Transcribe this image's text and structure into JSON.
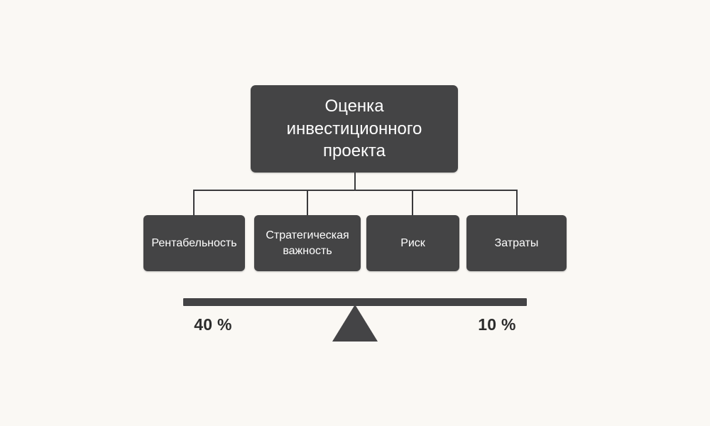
{
  "diagram": {
    "title": "Оценка инвестиционного проекта",
    "background_color": "#faf8f4",
    "node_color": "#444445",
    "node_text_color": "#ffffff",
    "connector_color": "#3a3a3c",
    "accent_color": "#2c2c2c",
    "root": {
      "label": "Оценка инвестиционного проекта"
    },
    "children": [
      {
        "label": "Рентабельность"
      },
      {
        "label": "Стратегическая важность"
      },
      {
        "label": "Риск"
      },
      {
        "label": "Затраты"
      }
    ],
    "balance": {
      "left_weight": "40 %",
      "right_weight": "10 %"
    }
  }
}
